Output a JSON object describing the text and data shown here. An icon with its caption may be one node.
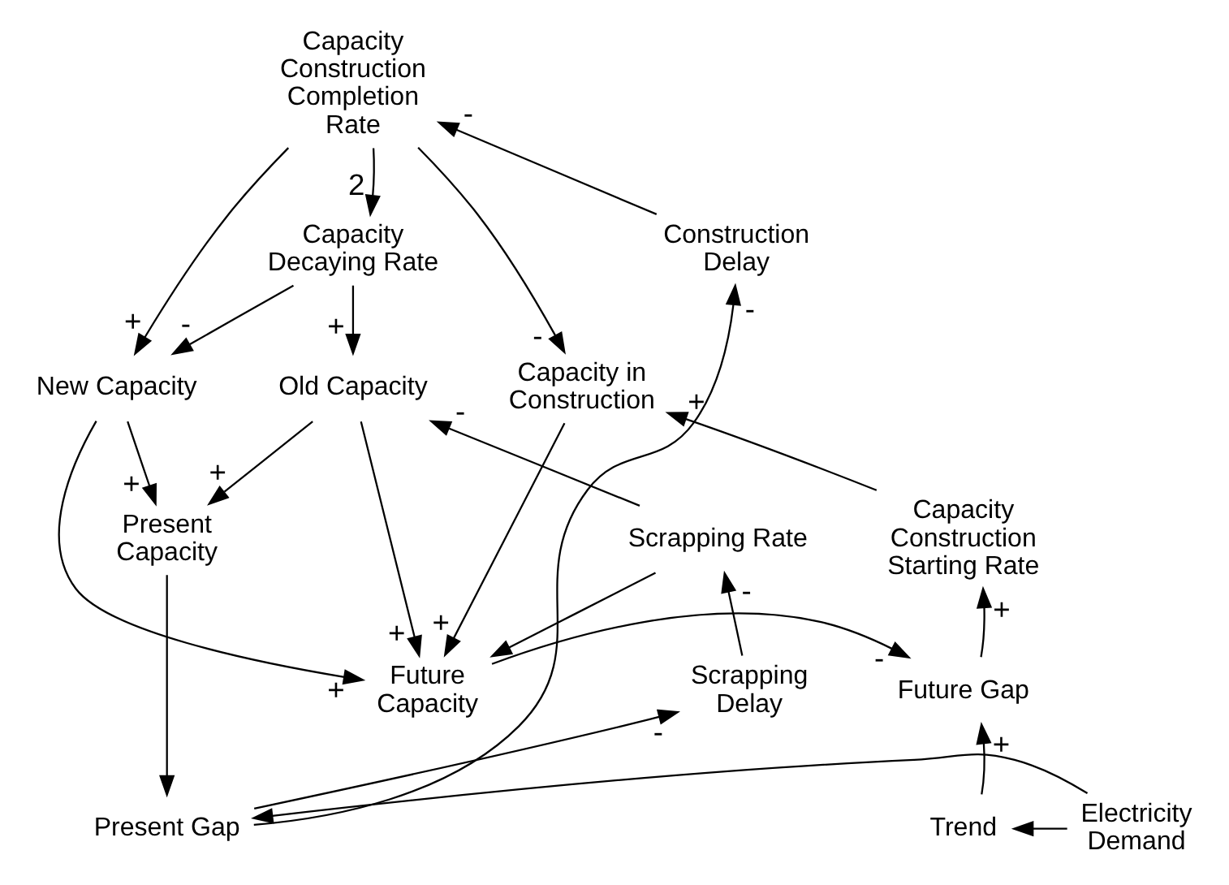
{
  "diagram": {
    "nodes": [
      {
        "text": [
          "Capacity Construction Completion Rate"
        ]
      },
      {
        "text": [
          "Capacity Decaying Rate"
        ]
      },
      {
        "text": [
          "Construction Delay"
        ]
      },
      {
        "text": [
          "Capacity in Construction"
        ]
      },
      {
        "text": [
          "New Capacity"
        ]
      },
      {
        "text": [
          "Old Capacity"
        ]
      },
      {
        "text": [
          "Capacity Construction Starting Rate"
        ]
      },
      {
        "text": [
          "Scrapping Rate"
        ]
      },
      {
        "text": [
          "Present Capacity"
        ]
      },
      {
        "text": [
          "Future Gap"
        ]
      },
      {
        "text": [
          "Future Capacity"
        ]
      },
      {
        "text": [
          "Scrapping Delay"
        ]
      },
      {
        "text": [
          "Trend"
        ]
      },
      {
        "text": [
          "Electricity Demand"
        ]
      },
      {
        "text": [
          "Present Gap"
        ]
      }
    ],
    "edges": [
      {
        "from": 0,
        "to": 1,
        "arrow": "to",
        "label": "2"
      },
      {
        "from": 0,
        "to": 3,
        "arrow": "to",
        "label": "-"
      },
      {
        "from": 0,
        "to": 4,
        "arrow": "to",
        "label": "+"
      },
      {
        "from": 1,
        "to": 4,
        "arrow": "to",
        "label": "-"
      },
      {
        "from": 1,
        "to": 5,
        "arrow": "to",
        "label": "+"
      },
      {
        "from": 2,
        "to": 0,
        "arrow": "to",
        "label": "-"
      },
      {
        "from": 3,
        "to": 10,
        "arrow": "to",
        "label": "+"
      },
      {
        "from": 4,
        "to": 8,
        "arrow": "to",
        "label": "+"
      },
      {
        "from": 4,
        "to": 10,
        "arrow": "to",
        "label": "+"
      },
      {
        "from": 5,
        "to": 8,
        "arrow": "to",
        "label": "+"
      },
      {
        "from": 5,
        "to": 10,
        "arrow": "to",
        "label": "+"
      },
      {
        "from": 6,
        "to": 3,
        "arrow": "to",
        "label": "+"
      },
      {
        "from": 7,
        "to": 5,
        "arrow": "to",
        "label": "-"
      },
      {
        "from": 7,
        "to": 10,
        "arrow": "to"
      },
      {
        "from": 8,
        "to": 14,
        "arrow": "to"
      },
      {
        "from": 9,
        "to": 6,
        "arrow": "to",
        "label": "+"
      },
      {
        "from": 10,
        "to": 9,
        "arrow": "to",
        "label": "-"
      },
      {
        "from": 11,
        "to": 7,
        "arrow": "to",
        "label": "-"
      },
      {
        "from": 12,
        "to": 9,
        "arrow": "to",
        "label": "+"
      },
      {
        "from": 13,
        "to": 12,
        "arrow": "to"
      },
      {
        "from": 13,
        "to": 14,
        "arrow": "to"
      },
      {
        "from": 14,
        "to": 2,
        "arrow": "to",
        "label": "-"
      },
      {
        "from": 14,
        "to": 11,
        "arrow": "to",
        "label": "-"
      }
    ]
  }
}
